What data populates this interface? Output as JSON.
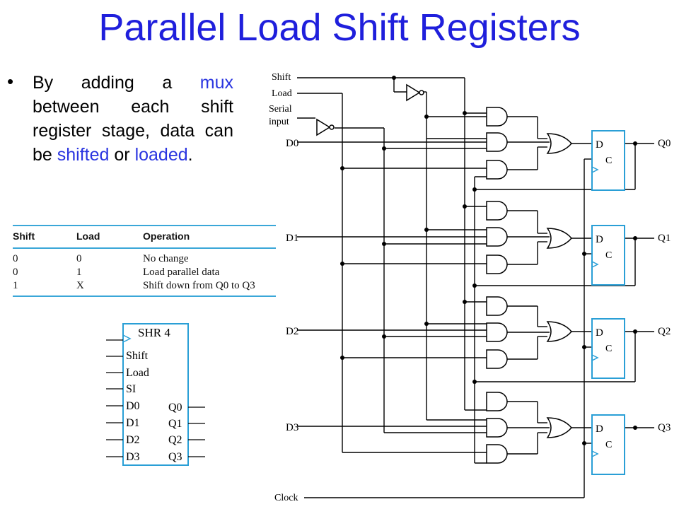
{
  "title": "Parallel Load Shift Registers",
  "bullet": {
    "t1": "By adding a ",
    "mux": "mux",
    "t2": " between each shift register stage, data can be ",
    "shifted": "shifted",
    "t3": " or ",
    "loaded": "loaded",
    "t4": "."
  },
  "table": {
    "headers": [
      "Shift",
      "Load",
      "Operation"
    ],
    "rows": [
      [
        "0",
        "0",
        "No change"
      ],
      [
        "0",
        "1",
        "Load parallel data"
      ],
      [
        "1",
        "X",
        "Shift down from Q0 to Q3"
      ]
    ]
  },
  "block": {
    "name": "SHR 4",
    "inputs": [
      "Shift",
      "Load",
      "SI",
      "D0",
      "D1",
      "D2",
      "D3"
    ],
    "outputs": [
      "Q0",
      "Q1",
      "Q2",
      "Q3"
    ]
  },
  "circuit": {
    "inputs": [
      "Shift",
      "Load",
      "Serial",
      "input",
      "D0",
      "D1",
      "D2",
      "D3",
      "Clock"
    ],
    "outputs": [
      "Q0",
      "Q1",
      "Q2",
      "Q3"
    ],
    "ff_labels": [
      "D",
      "C"
    ]
  },
  "colors": {
    "title": "#1f1fdc",
    "highlight": "#2a35e0",
    "flipflop": "#2a9fd6",
    "rule": "#3aa7d8"
  }
}
